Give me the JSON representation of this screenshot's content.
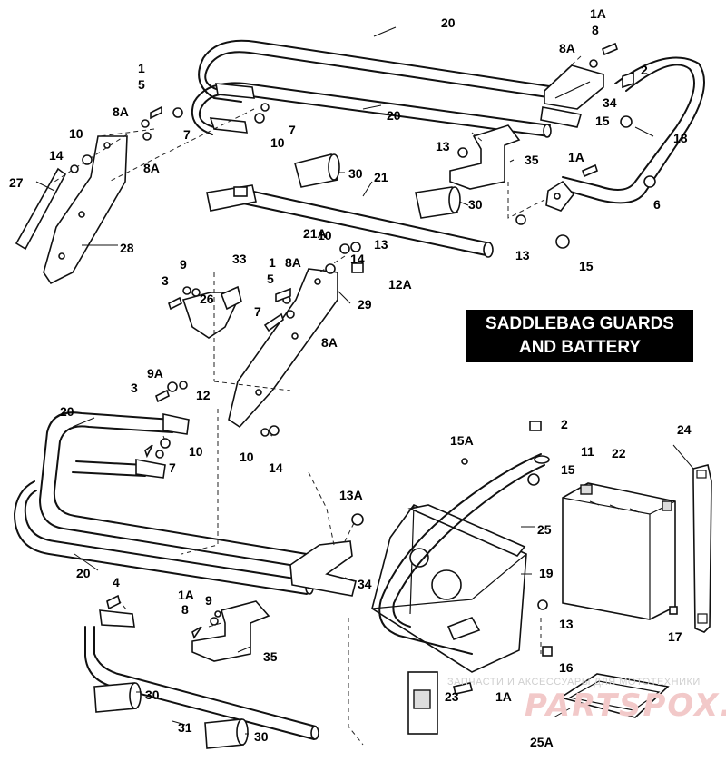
{
  "title": {
    "line1": "SADDLEBAG GUARDS",
    "line2": "AND BATTERY"
  },
  "watermark": {
    "text": "ЗАПЧАСТИ И АКСЕССУАРЫ ДЛЯ МОТОТЕХНИКИ",
    "logo": "PARTSPOX.RU"
  },
  "callouts": {
    "c20a": "20",
    "c20b": "20",
    "c20c": "20",
    "c20d": "20",
    "c1A_top": "1A",
    "c8_top": "8",
    "c8A_top": "8A",
    "c2_top": "2",
    "c34_top": "34",
    "c15_top": "15",
    "c18": "18",
    "c1_tl": "1",
    "c5_tl": "5",
    "c8A_tl": "8A",
    "c8A_tl2": "8A",
    "c7_tl": "7",
    "c7_tl2": "7",
    "c10_tl": "10",
    "c10_tl2": "10",
    "c14_tl": "14",
    "c27": "27",
    "c28": "28",
    "c13_mid": "13",
    "c35_top": "35",
    "c1A_mid": "1A",
    "c6": "6",
    "c30_a": "30",
    "c21": "21",
    "c30_b": "30",
    "c13_r": "13",
    "c15_r": "15",
    "c9_a": "9",
    "c33": "33",
    "c3_a": "3",
    "c26": "26",
    "c21A": "21A",
    "c10_m": "10",
    "c13_m": "13",
    "c14_m": "14",
    "c12A": "12A",
    "c1_m": "1",
    "c5_m": "5",
    "c8A_m": "8A",
    "c7_m": "7",
    "c29": "29",
    "c8A_m2": "8A",
    "c9A": "9A",
    "c3_b": "3",
    "c12": "12",
    "c10_b": "10",
    "c7_b": "7",
    "c10_c": "10",
    "c14_c": "14",
    "c2_b": "2",
    "c15A": "15A",
    "c15_b": "15",
    "c11": "11",
    "c22": "22",
    "c24": "24",
    "c13A": "13A",
    "c25": "25",
    "c34_b": "34",
    "c19": "19",
    "c4": "4",
    "c1A_b": "1A",
    "c8_b": "8",
    "c9_b": "9",
    "c35_b": "35",
    "c13_b": "13",
    "c17": "17",
    "c16": "16",
    "c30_c": "30",
    "c31": "31",
    "c30_d": "30",
    "c23": "23",
    "c1A_c": "1A",
    "c25A": "25A"
  }
}
